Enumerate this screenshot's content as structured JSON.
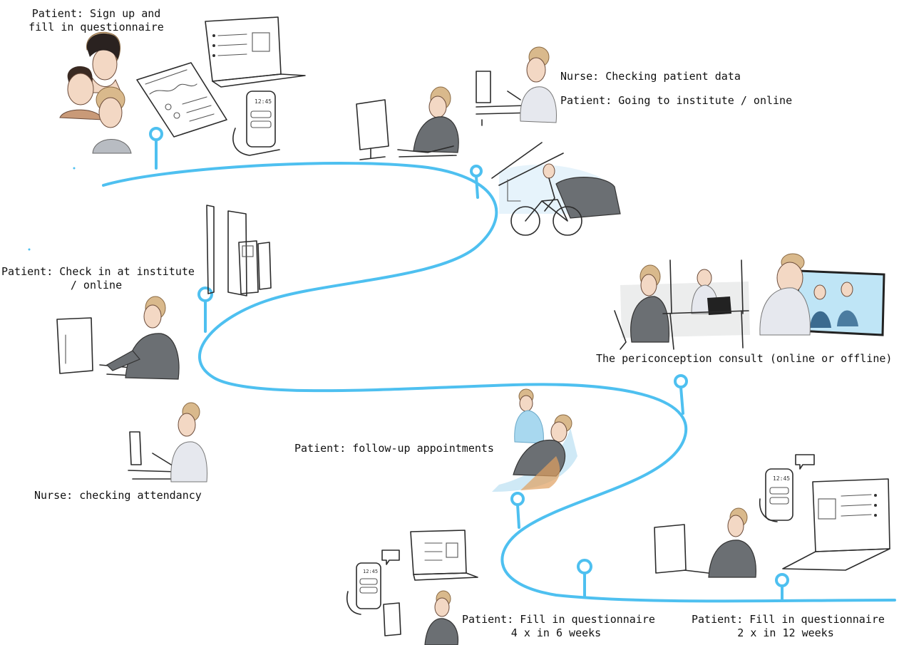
{
  "steps": {
    "signup": [
      "Patient: Sign up  and",
      "fill in questionnaire"
    ],
    "nurse_check": "Nurse: Checking patient data",
    "patient_going": "Patient: Going to institute / online",
    "check_in": [
      "Patient: Check in at institute",
      "/ online"
    ],
    "consult": "The periconception consult (online or offline)",
    "follow_up": "Patient: follow-up appointments",
    "attendancy": "Nurse: checking attendancy",
    "q_6weeks": [
      "Patient: Fill in questionnaire",
      "4 x in 6 weeks"
    ],
    "q_12weeks": [
      "Patient: Fill in questionnaire",
      "2 x in 12 weeks"
    ]
  },
  "phone_time": "12:45",
  "colors": {
    "path": "#4ec0f0",
    "text": "#111111"
  }
}
